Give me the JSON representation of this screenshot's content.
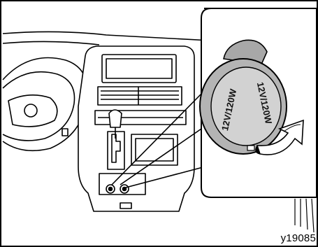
{
  "figure": {
    "id_label": "y19085",
    "cap_marking_left": "12V/120W",
    "cap_marking_right": "12V/120W",
    "line_color": "#000000",
    "shade_color": "#d2d2d2",
    "cap_color": "#b4b4b4"
  }
}
